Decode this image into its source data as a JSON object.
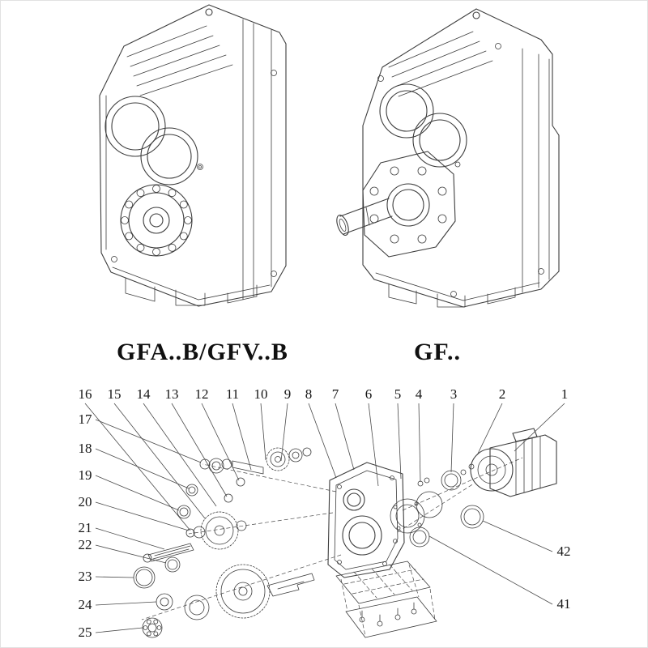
{
  "labels": {
    "left": "GFA..B/GFV..B",
    "right": "GF.."
  },
  "exploded": {
    "top": [
      "16",
      "15",
      "14",
      "13",
      "12",
      "11",
      "10",
      "9",
      "8",
      "7",
      "6",
      "5",
      "4",
      "3",
      "2",
      "1"
    ],
    "left": [
      "17",
      "18",
      "19",
      "20",
      "21",
      "22",
      "23",
      "24",
      "25"
    ],
    "right": [
      "42",
      "41"
    ]
  },
  "colors": {
    "line": "#3d3d3d",
    "text": "#151515",
    "background": "#ffffff"
  }
}
